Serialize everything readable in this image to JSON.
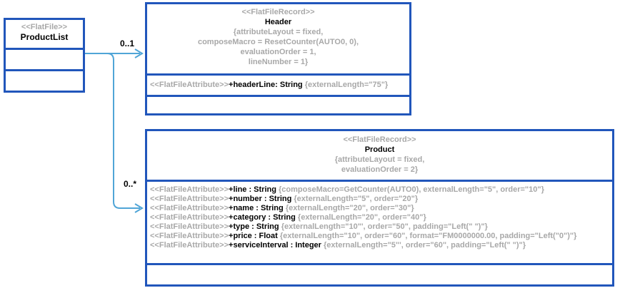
{
  "colors": {
    "box_border": "#2156bb",
    "connector": "#50a5d7",
    "muted_text": "#a8a8a8",
    "text": "#000000"
  },
  "product_list": {
    "stereotype": "<<FlatFile>>",
    "name": "ProductList"
  },
  "connectors": {
    "to_header_multiplicity": "0..1",
    "to_product_multiplicity": "0..*"
  },
  "header_record": {
    "stereotype": "<<FlatFileRecord>>",
    "name": "Header",
    "properties": [
      "{attributeLayout = fixed,",
      "composeMacro = ResetCounter(AUTO0, 0),",
      "evaluationOrder = 1,",
      "lineNumber = 1}"
    ],
    "attributes": [
      {
        "stereotype": "<<FlatFileAttribute>>",
        "signature": "+headerLine: String ",
        "constraint": "{externalLength=\"75\"}"
      }
    ]
  },
  "product_record": {
    "stereotype": "<<FlatFileRecord>>",
    "name": "Product",
    "properties": [
      "{attributeLayout = fixed,",
      "evaluationOrder = 2}"
    ],
    "attributes": [
      {
        "stereotype": "<<FlatFileAttribute>>",
        "signature": "+line : String ",
        "constraint": "{composeMacro=GetCounter(AUTO0), externalLength=\"5\", order=\"10\"}"
      },
      {
        "stereotype": "<<FlatFileAttribute>>",
        "signature": "+number : String ",
        "constraint": "{externalLength=\"5\", order=\"20\"}"
      },
      {
        "stereotype": "<<FlatFileAttribute>>",
        "signature": "+name : String ",
        "constraint": "{externalLength=\"20\", order=\"30\"}"
      },
      {
        "stereotype": "<<FlatFileAttribute>>",
        "signature": "+category : String ",
        "constraint": "{externalLength=\"20\", order=\"40\"}"
      },
      {
        "stereotype": "<<FlatFileAttribute>>",
        "signature": "+type : String ",
        "constraint": "{externalLength=\"10\"', order=\"50\", padding=\"Left(\" \")\"}"
      },
      {
        "stereotype": "<<FlatFileAttribute>>",
        "signature": "+price : Float ",
        "constraint": "{externalLength=\"10\", order=\"60\", format=\"FM0000000.00, padding=\"Left(\"0\")\"}"
      },
      {
        "stereotype": "<<FlatFileAttribute>>",
        "signature": "+serviceInterval : Integer ",
        "constraint": "{externalLength=\"5\"', order=\"60\", padding=\"Left(\" \")\"}"
      }
    ]
  }
}
